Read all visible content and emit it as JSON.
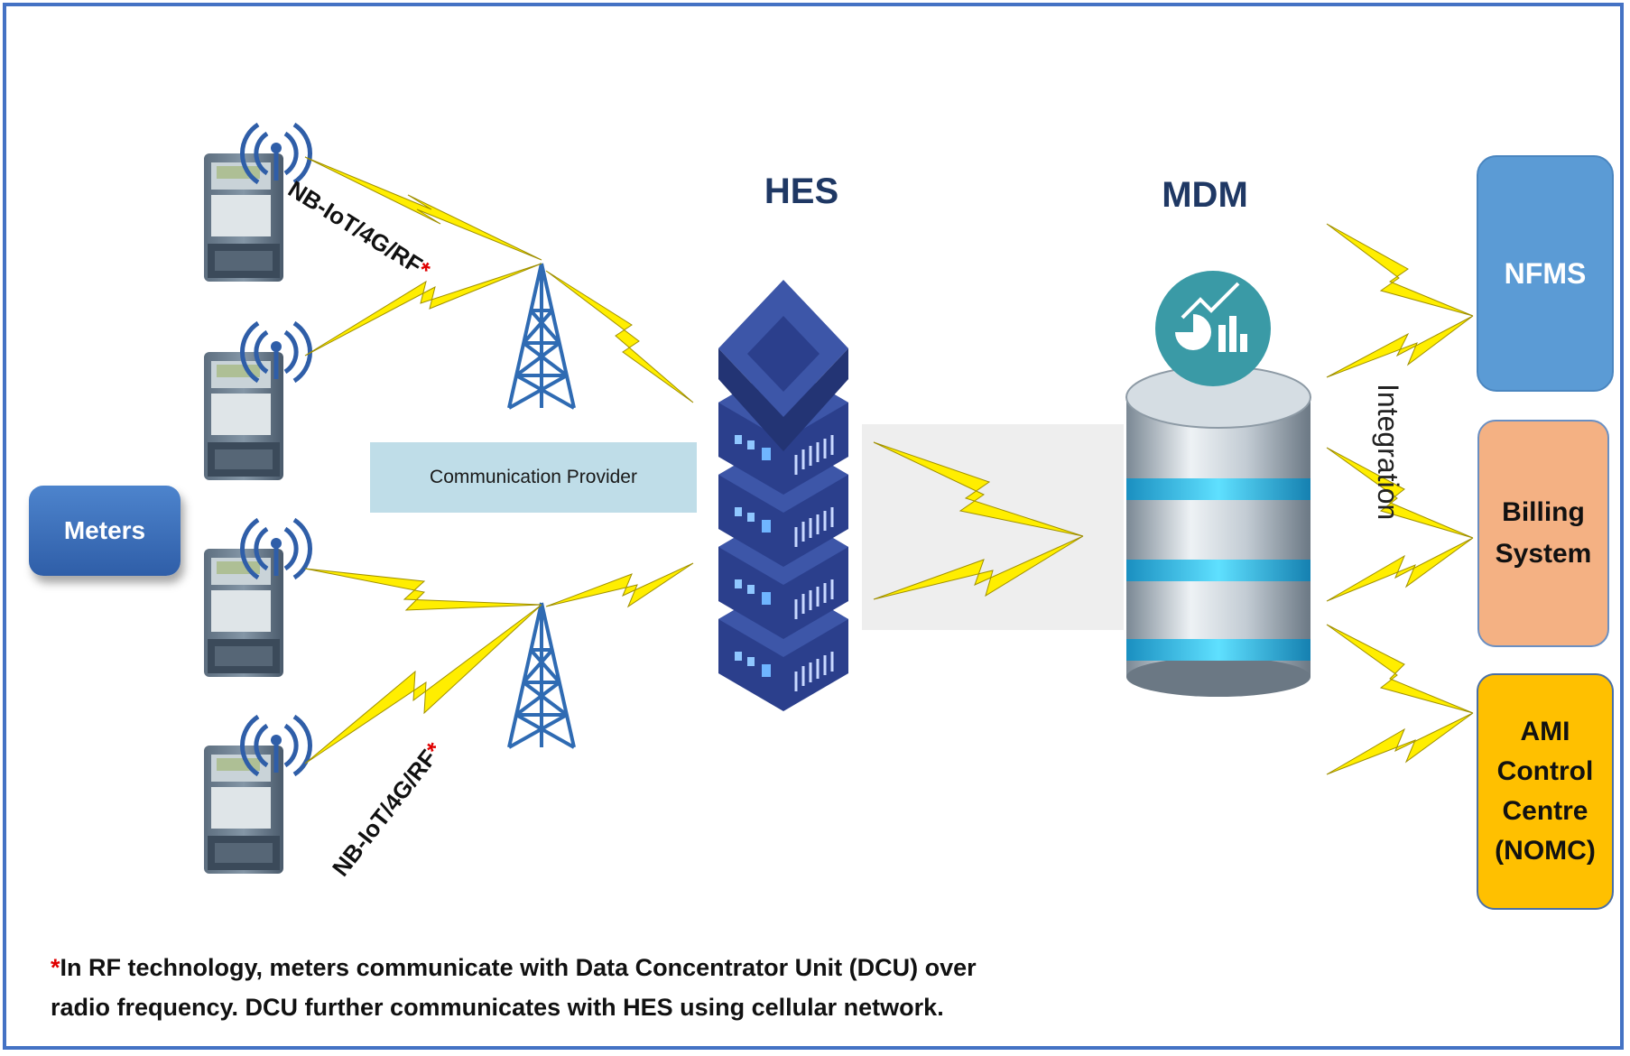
{
  "diagram": {
    "hes_label": "HES",
    "mdm_label": "MDM",
    "meters_label": "Meters",
    "comm_provider_label": "Communication Provider",
    "link_label_top": "NB-IoT/4G/RF",
    "link_label_bottom": "NB-IoT/4G/RF",
    "asterisk": "*",
    "integration_label": "Integration",
    "targets": {
      "nfms": "NFMS",
      "billing_line1": "Billing",
      "billing_line2": "System",
      "ami_line1": "AMI",
      "ami_line2": "Control",
      "ami_line3": "Centre",
      "ami_line4": "(NOMC)"
    },
    "footnote": {
      "line1": "In RF technology, meters communicate with Data Concentrator Unit (DCU) over",
      "line2": "radio frequency. DCU further communicates with HES using cellular network."
    },
    "colors": {
      "frame": "#4472c4",
      "title": "#1f3864",
      "lightning": "#ffee00",
      "nfms": "#5b9bd5",
      "billing": "#f4b183",
      "ami": "#ffc000",
      "server": "#2b3f8c",
      "db_ring": "#2ec4f0"
    },
    "icons": [
      "smart-meter-icon",
      "wifi-signal-icon",
      "cell-tower-icon",
      "server-rack-icon",
      "database-icon",
      "analytics-icon",
      "lightning-link-icon"
    ]
  }
}
